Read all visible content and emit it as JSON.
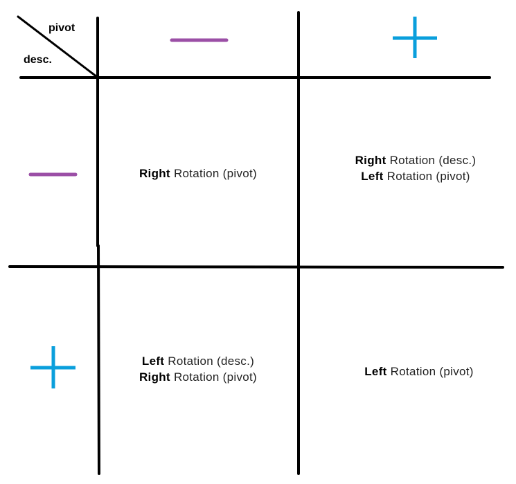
{
  "corner": {
    "pivot_label": "pivot",
    "desc_label": "desc."
  },
  "headers": {
    "column_1_sign": "minus",
    "column_2_sign": "plus",
    "row_1_sign": "minus",
    "row_2_sign": "plus"
  },
  "colors": {
    "minus": "#9b4fa6",
    "plus": "#0a9fdc",
    "grid": "#000000"
  },
  "cells": {
    "r1c1": {
      "line1_keyword": "Right",
      "line1_rest": "Rotation (pivot)"
    },
    "r1c2": {
      "line1_keyword": "Right",
      "line1_rest": "Rotation (desc.)",
      "line2_keyword": "Left",
      "line2_rest": "Rotation (pivot)"
    },
    "r2c1": {
      "line1_keyword": "Left",
      "line1_rest": "Rotation (desc.)",
      "line2_keyword": "Right",
      "line2_rest": "Rotation (pivot)"
    },
    "r2c2": {
      "line1_keyword": "Left",
      "line1_rest": "Rotation (pivot)"
    }
  }
}
